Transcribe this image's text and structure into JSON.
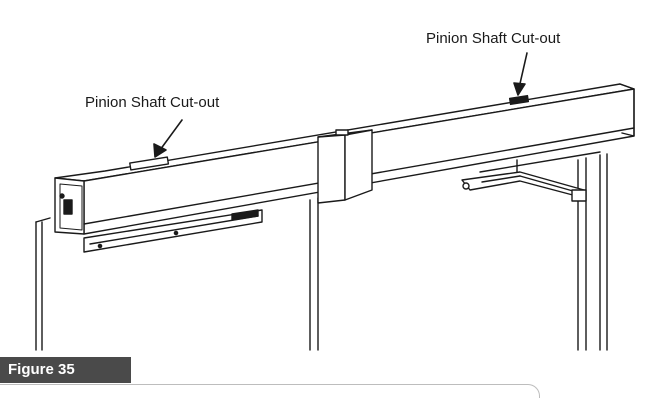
{
  "diagram": {
    "callouts": [
      {
        "id": "right",
        "label": "Pinion Shaft Cut-out"
      },
      {
        "id": "left",
        "label": "Pinion Shaft Cut-out"
      }
    ],
    "figure_label": "Figure 35",
    "colors": {
      "line": "#1a1a1a",
      "badge": "#4a4a4a",
      "badge_text": "#ffffff"
    }
  }
}
